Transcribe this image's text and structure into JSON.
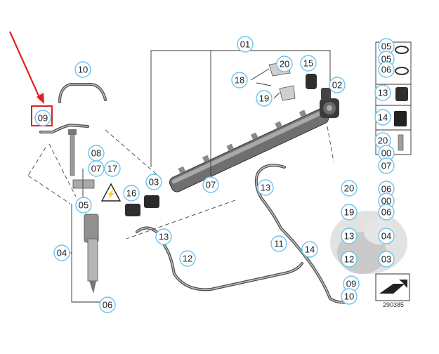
{
  "diagram": {
    "callouts": [
      {
        "id": "c01",
        "label": "01"
      },
      {
        "id": "c02",
        "label": "02"
      },
      {
        "id": "c03",
        "label": "03"
      },
      {
        "id": "c04",
        "label": "04"
      },
      {
        "id": "c05a",
        "label": "05"
      },
      {
        "id": "c06a",
        "label": "06"
      },
      {
        "id": "c07a",
        "label": "07"
      },
      {
        "id": "c07b",
        "label": "07"
      },
      {
        "id": "c08",
        "label": "08"
      },
      {
        "id": "c09a",
        "label": "09"
      },
      {
        "id": "c10a",
        "label": "10"
      },
      {
        "id": "c11",
        "label": "11"
      },
      {
        "id": "c12a",
        "label": "12"
      },
      {
        "id": "c13a",
        "label": "13"
      },
      {
        "id": "c13b",
        "label": "13"
      },
      {
        "id": "c14a",
        "label": "14"
      },
      {
        "id": "c15",
        "label": "15"
      },
      {
        "id": "c16",
        "label": "16"
      },
      {
        "id": "c17",
        "label": "17"
      },
      {
        "id": "c18",
        "label": "18"
      },
      {
        "id": "c19a",
        "label": "19"
      },
      {
        "id": "c20a",
        "label": "20"
      },
      {
        "id": "s05a",
        "label": "05"
      },
      {
        "id": "s05b",
        "label": "05"
      },
      {
        "id": "s06a",
        "label": "06"
      },
      {
        "id": "s13",
        "label": "13"
      },
      {
        "id": "s14",
        "label": "14"
      },
      {
        "id": "s20",
        "label": "20"
      },
      {
        "id": "s00",
        "label": "00"
      },
      {
        "id": "s07",
        "label": "07"
      },
      {
        "id": "r20",
        "label": "20"
      },
      {
        "id": "r06a",
        "label": "06"
      },
      {
        "id": "r00",
        "label": "00"
      },
      {
        "id": "r19",
        "label": "19"
      },
      {
        "id": "r06b",
        "label": "06"
      },
      {
        "id": "r13",
        "label": "13"
      },
      {
        "id": "r04",
        "label": "04"
      },
      {
        "id": "r12",
        "label": "12"
      },
      {
        "id": "r03",
        "label": "03"
      },
      {
        "id": "r09",
        "label": "09"
      },
      {
        "id": "r10",
        "label": "10"
      }
    ],
    "part_number": "290385",
    "highlight_label": "09"
  }
}
